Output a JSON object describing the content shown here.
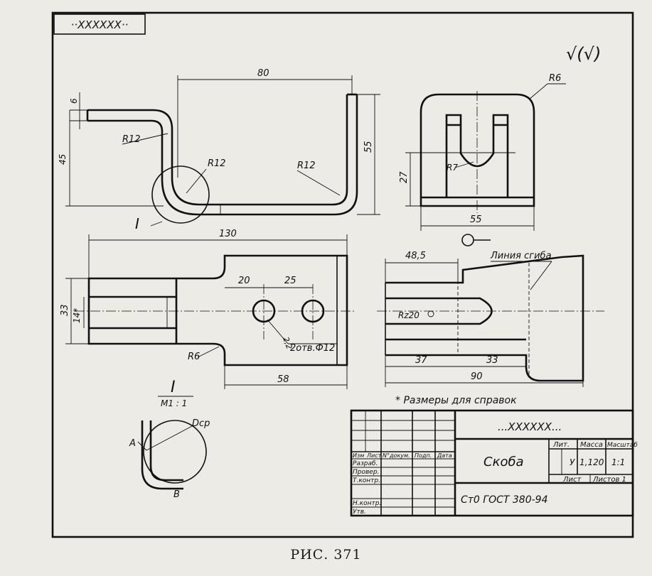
{
  "stamp_top": "··XXXXXX··",
  "roughness_symbol": "√(√)",
  "dims": {
    "d6": "6",
    "d45": "45",
    "d80": "80",
    "d55_side": "55",
    "r12_left": "R12",
    "r12_inner": "R12",
    "r12_right": "R12",
    "r6_top": "R6",
    "r7": "R7",
    "d27": "27",
    "d55_bottom": "55",
    "d130": "130",
    "d33": "33",
    "d14": "14*",
    "d20": "20",
    "d25": "25",
    "d22": "2,2",
    "holes": "2отв.Ф12",
    "r6_plan": "R6",
    "d58": "58",
    "d48_5": "48,5",
    "bend_line": "Линия сгиба",
    "rz20": "Rz20",
    "d37": "37",
    "d33_flat": "33",
    "d90": "90"
  },
  "detail": {
    "callout": "I",
    "label": "I",
    "scale": "M1 : 1",
    "dcp": "Dср",
    "point_a": "A",
    "point_b": "B"
  },
  "reference_note": "* Размеры для справок",
  "title_block": {
    "code_top": "...XXXXXX...",
    "name": "Скоба",
    "material": "Ст0 ГОСТ 380-94",
    "col_izm": "Изм",
    "col_list": "Лист",
    "col_doc": "N°докум.",
    "col_sign": "Подп.",
    "col_date": "Дата",
    "row_razrab": "Разраб.",
    "row_prover": "Провер.",
    "row_tkontr": "Т.контр.",
    "row_nkontr": "Н.контр.",
    "row_utv": "Утв.",
    "h_lit": "Лит.",
    "h_mass": "Масса",
    "h_scale": "Масштаб",
    "lit": "У",
    "mass": "1,120",
    "scale": "1:1",
    "sheet": "Лист",
    "sheets": "Листов 1"
  },
  "caption": "РИС. 371"
}
